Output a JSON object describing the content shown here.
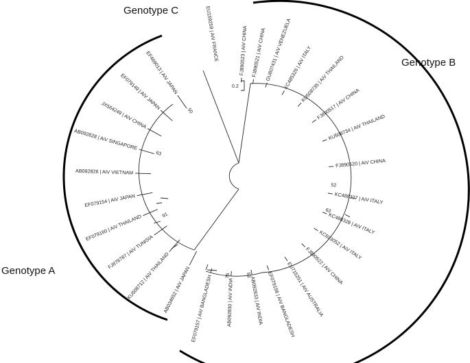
{
  "genotype_labels": [
    {
      "id": "C",
      "text": "Genotype C"
    },
    {
      "id": "B",
      "text": "Genotype B"
    },
    {
      "id": "A",
      "text": "Genotype A"
    }
  ],
  "scale_bar": {
    "label": "0.2"
  },
  "leaves": [
    {
      "label": "EU159259 | AiV FRANCE",
      "angle": -99,
      "group": "C"
    },
    {
      "label": "FJ890523 | AiV CHINA",
      "angle": -86
    },
    {
      "label": "FJ890521 | AiV CHINA",
      "angle": -79
    },
    {
      "label": "GU807431 | AiV VENEZUELA",
      "angle": -71
    },
    {
      "label": "KC485326 | AiV ITALY",
      "angle": -60
    },
    {
      "label": "KU508735 | AiV THAILAND",
      "angle": -48
    },
    {
      "label": "FJ890517 | AiV CHINA",
      "angle": -35
    },
    {
      "label": "KU508734 | AiV THAILAND",
      "angle": -22
    },
    {
      "label": "FJ890520 | AiV CHINA",
      "angle": -6
    },
    {
      "label": "KC488327 | AiV ITALY",
      "angle": 10
    },
    {
      "label": "KC488328 | AiV ITALY",
      "angle": 22
    },
    {
      "label": "KC693052 | AiV ITALY",
      "angle": 33
    },
    {
      "label": "FJ890522 | AiV CHINA",
      "angle": 45
    },
    {
      "label": "EU715251 | AiV AUSTRALIA",
      "angle": 58
    },
    {
      "label": "EF079156 | AiV BANGLADESH",
      "angle": 70
    },
    {
      "label": "AB092833 | AiV INDIA",
      "angle": 80
    },
    {
      "label": "AB092830 | AiV INDIA",
      "angle": 92
    },
    {
      "label": "EF079157 | AiV BANGLADESH",
      "angle": 104
    },
    {
      "label": "AB034652 | AiV JAPAN",
      "angle": 117
    },
    {
      "label": "KU508712 | AiV THAILAND",
      "angle": 131
    },
    {
      "label": "FJ878787 | AiV TUNISIA",
      "angle": 144
    },
    {
      "label": "EF079160 | AiV THAILAND",
      "angle": 157
    },
    {
      "label": "EF079154 | AiV JAPAN",
      "angle": 169
    },
    {
      "label": "AB092826 | AiV VIETNAM",
      "angle": 182
    },
    {
      "label": "AB092828 | AiV SINGAPORE",
      "angle": 196
    },
    {
      "label": "JX564249 | AiV CHINA",
      "angle": 209
    },
    {
      "label": "EF079149 | AiV JAPAN",
      "angle": 222
    },
    {
      "label": "EF469013 | AiV JAPAN",
      "angle": 235
    }
  ],
  "bootstrap_values": [
    {
      "value": "50",
      "angle": 236
    },
    {
      "value": "63",
      "angle": 197
    },
    {
      "value": "91",
      "angle": 151
    },
    {
      "value": "75",
      "angle": 94
    },
    {
      "value": "53",
      "angle": 82
    },
    {
      "value": "52",
      "angle": 5
    },
    {
      "value": "63",
      "angle": 20
    }
  ]
}
